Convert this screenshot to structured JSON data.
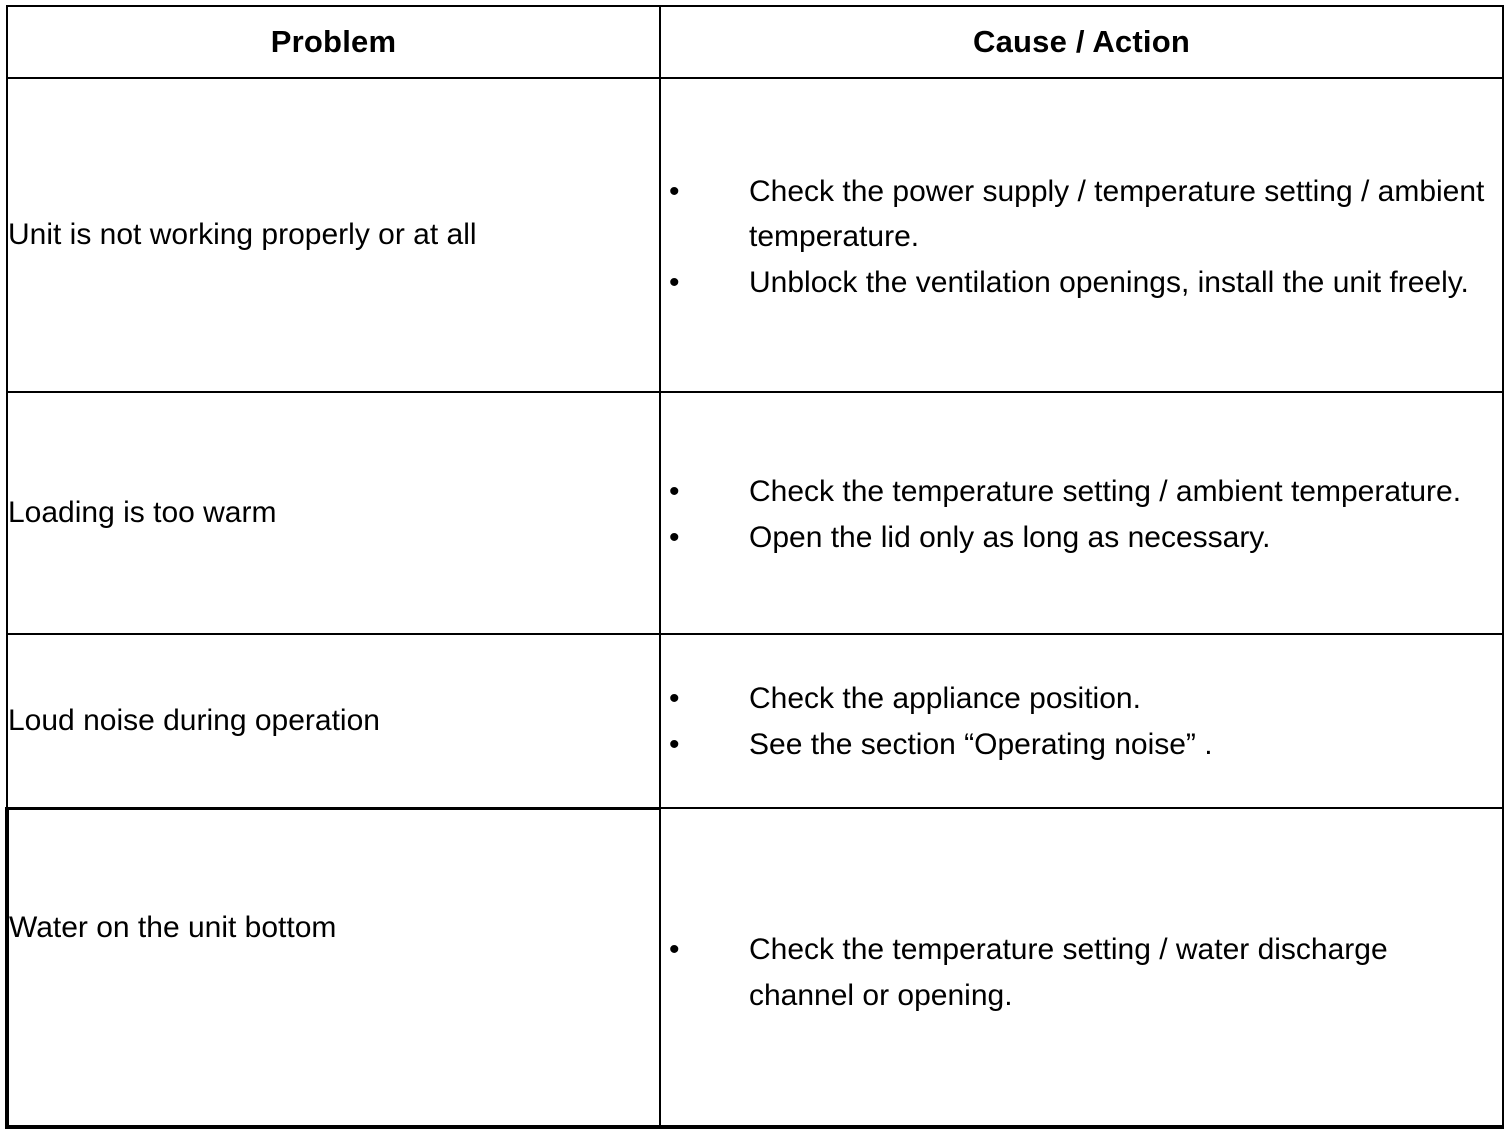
{
  "table": {
    "columns": [
      {
        "key": "problem",
        "header": "Problem"
      },
      {
        "key": "cause",
        "header": "Cause / Action"
      }
    ],
    "rows": [
      {
        "problem": "Unit is not working properly or at all",
        "bullets": [
          "Check the power supply / temperature setting / ambient temperature.",
          "Unblock the ventilation openings, install the unit freely."
        ]
      },
      {
        "problem": "Loading is too warm",
        "bullets": [
          "Check the temperature setting / ambient temperature.",
          "Open the lid only as long as necessary."
        ]
      },
      {
        "problem": "Loud noise during operation",
        "bullets": [
          "Check the appliance position.",
          "See the section “Operating noise” ."
        ]
      },
      {
        "problem": "Water on the unit bottom",
        "bullets": [
          "Check the temperature setting / water discharge channel or opening."
        ]
      }
    ],
    "bullet_glyph": "•",
    "border_color": "#000000",
    "text_color": "#000000",
    "background_color": "#ffffff"
  }
}
